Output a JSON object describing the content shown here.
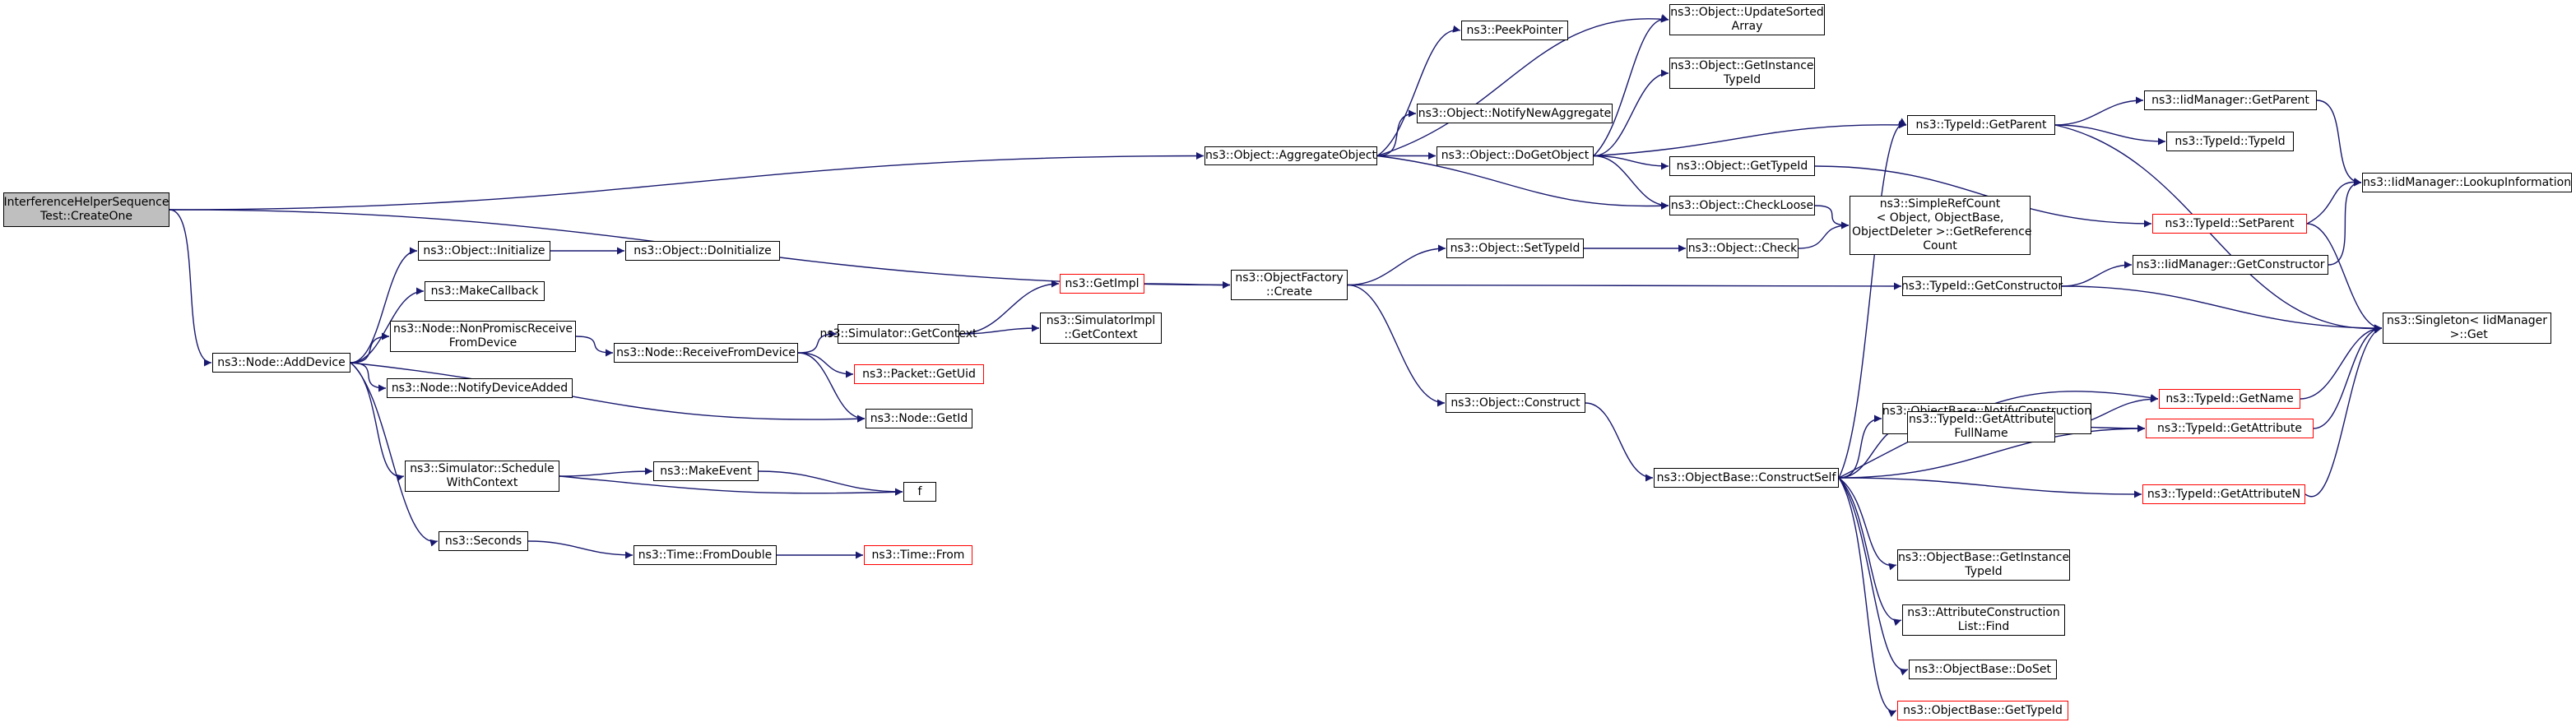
{
  "graph": {
    "edge_color": "#191970",
    "root_fill": "#bfbfbf",
    "normal_border": "#000000",
    "red_border": "#ff0000",
    "nodes": [
      {
        "id": "root",
        "label": "InterferenceHelperSequence\nTest::CreateOne",
        "style": "root"
      },
      {
        "id": "add_device",
        "label": "ns3::Node::AddDevice",
        "style": "normal"
      },
      {
        "id": "aggregate_object",
        "label": "ns3::Object::AggregateObject",
        "style": "normal"
      },
      {
        "id": "object_factory_create",
        "label": "ns3::ObjectFactory\n::Create",
        "style": "normal"
      },
      {
        "id": "peek_pointer",
        "label": "ns3::PeekPointer",
        "style": "normal"
      },
      {
        "id": "update_sorted_array",
        "label": "ns3::Object::UpdateSorted\nArray",
        "style": "normal"
      },
      {
        "id": "get_instance_typeid",
        "label": "ns3::Object::GetInstance\nTypeId",
        "style": "normal"
      },
      {
        "id": "notify_new_aggregate",
        "label": "ns3::Object::NotifyNewAggregate",
        "style": "normal"
      },
      {
        "id": "do_get_object",
        "label": "ns3::Object::DoGetObject",
        "style": "normal"
      },
      {
        "id": "typeid_get_parent",
        "label": "ns3::TypeId::GetParent",
        "style": "normal"
      },
      {
        "id": "iid_get_parent",
        "label": "ns3::IidManager::GetParent",
        "style": "normal"
      },
      {
        "id": "typeid_typeid",
        "label": "ns3::TypeId::TypeId",
        "style": "normal"
      },
      {
        "id": "iid_lookup",
        "label": "ns3::IidManager::LookupInformation",
        "style": "normal"
      },
      {
        "id": "object_get_typeid",
        "label": "ns3::Object::GetTypeId",
        "style": "normal"
      },
      {
        "id": "typeid_set_parent",
        "label": "ns3::TypeId::SetParent",
        "style": "red"
      },
      {
        "id": "check_loose",
        "label": "ns3::Object::CheckLoose",
        "style": "normal"
      },
      {
        "id": "simple_ref_count",
        "label": "ns3::SimpleRefCount\n< Object, ObjectBase,\n ObjectDeleter >::GetReference\nCount",
        "style": "normal"
      },
      {
        "id": "set_typeid",
        "label": "ns3::Object::SetTypeId",
        "style": "normal"
      },
      {
        "id": "object_check",
        "label": "ns3::Object::Check",
        "style": "normal"
      },
      {
        "id": "iid_get_constructor",
        "label": "ns3::IidManager::GetConstructor",
        "style": "normal"
      },
      {
        "id": "typeid_get_constructor",
        "label": "ns3::TypeId::GetConstructor",
        "style": "normal"
      },
      {
        "id": "singleton_get",
        "label": "ns3::Singleton< IidManager\n >::Get",
        "style": "normal"
      },
      {
        "id": "get_impl",
        "label": "ns3::GetImpl",
        "style": "red"
      },
      {
        "id": "object_initialize",
        "label": "ns3::Object::Initialize",
        "style": "normal"
      },
      {
        "id": "do_initialize",
        "label": "ns3::Object::DoInitialize",
        "style": "normal"
      },
      {
        "id": "make_callback",
        "label": "ns3::MakeCallback",
        "style": "normal"
      },
      {
        "id": "non_promisc",
        "label": "ns3::Node::NonPromiscReceive\nFromDevice",
        "style": "normal"
      },
      {
        "id": "receive_from_device",
        "label": "ns3::Node::ReceiveFromDevice",
        "style": "normal"
      },
      {
        "id": "sim_get_context",
        "label": "ns3::Simulator::GetContext",
        "style": "normal"
      },
      {
        "id": "simimpl_get_context",
        "label": "ns3::SimulatorImpl\n::GetContext",
        "style": "normal"
      },
      {
        "id": "packet_get_uid",
        "label": "ns3::Packet::GetUid",
        "style": "red"
      },
      {
        "id": "notify_device_added",
        "label": "ns3::Node::NotifyDeviceAdded",
        "style": "normal"
      },
      {
        "id": "node_get_id",
        "label": "ns3::Node::GetId",
        "style": "normal"
      },
      {
        "id": "schedule_with_context",
        "label": "ns3::Simulator::Schedule\nWithContext",
        "style": "normal"
      },
      {
        "id": "make_event",
        "label": "ns3::MakeEvent",
        "style": "normal"
      },
      {
        "id": "f",
        "label": "f",
        "style": "normal"
      },
      {
        "id": "seconds",
        "label": "ns3::Seconds",
        "style": "normal"
      },
      {
        "id": "from_double",
        "label": "ns3::Time::FromDouble",
        "style": "normal"
      },
      {
        "id": "time_from",
        "label": "ns3::Time::From",
        "style": "red"
      },
      {
        "id": "object_construct",
        "label": "ns3::Object::Construct",
        "style": "normal"
      },
      {
        "id": "construct_self",
        "label": "ns3::ObjectBase::ConstructSelf",
        "style": "normal"
      },
      {
        "id": "notify_construction",
        "label": "ns3::ObjectBase::NotifyConstruction\nCompleted",
        "style": "normal"
      },
      {
        "id": "typeid_get_name",
        "label": "ns3::TypeId::GetName",
        "style": "red"
      },
      {
        "id": "get_attribute_full_name",
        "label": "ns3::TypeId::GetAttribute\nFullName",
        "style": "normal"
      },
      {
        "id": "typeid_get_attribute",
        "label": "ns3::TypeId::GetAttribute",
        "style": "red"
      },
      {
        "id": "typeid_get_attribute_n",
        "label": "ns3::TypeId::GetAttributeN",
        "style": "red"
      },
      {
        "id": "objbase_get_instance_typeid",
        "label": "ns3::ObjectBase::GetInstance\nTypeId",
        "style": "normal"
      },
      {
        "id": "attr_construction_find",
        "label": "ns3::AttributeConstruction\nList::Find",
        "style": "normal"
      },
      {
        "id": "objbase_do_set",
        "label": "ns3::ObjectBase::DoSet",
        "style": "normal"
      },
      {
        "id": "objbase_get_typeid",
        "label": "ns3::ObjectBase::GetTypeId",
        "style": "red"
      }
    ],
    "edges": [
      [
        "root",
        "add_device"
      ],
      [
        "root",
        "aggregate_object"
      ],
      [
        "root",
        "object_factory_create"
      ],
      [
        "add_device",
        "object_initialize"
      ],
      [
        "add_device",
        "make_callback"
      ],
      [
        "add_device",
        "non_promisc"
      ],
      [
        "add_device",
        "notify_device_added"
      ],
      [
        "add_device",
        "node_get_id"
      ],
      [
        "add_device",
        "schedule_with_context"
      ],
      [
        "add_device",
        "seconds"
      ],
      [
        "object_initialize",
        "do_initialize"
      ],
      [
        "non_promisc",
        "receive_from_device"
      ],
      [
        "receive_from_device",
        "sim_get_context"
      ],
      [
        "receive_from_device",
        "packet_get_uid"
      ],
      [
        "receive_from_device",
        "node_get_id"
      ],
      [
        "sim_get_context",
        "get_impl"
      ],
      [
        "sim_get_context",
        "simimpl_get_context"
      ],
      [
        "get_impl",
        "object_factory_create"
      ],
      [
        "schedule_with_context",
        "make_event"
      ],
      [
        "schedule_with_context",
        "f"
      ],
      [
        "make_event",
        "f"
      ],
      [
        "seconds",
        "from_double"
      ],
      [
        "from_double",
        "time_from"
      ],
      [
        "aggregate_object",
        "peek_pointer"
      ],
      [
        "aggregate_object",
        "update_sorted_array"
      ],
      [
        "aggregate_object",
        "notify_new_aggregate"
      ],
      [
        "aggregate_object",
        "do_get_object"
      ],
      [
        "aggregate_object",
        "check_loose"
      ],
      [
        "do_get_object",
        "update_sorted_array"
      ],
      [
        "do_get_object",
        "get_instance_typeid"
      ],
      [
        "do_get_object",
        "typeid_get_parent"
      ],
      [
        "do_get_object",
        "object_get_typeid"
      ],
      [
        "do_get_object",
        "check_loose"
      ],
      [
        "typeid_get_parent",
        "iid_get_parent"
      ],
      [
        "typeid_get_parent",
        "typeid_typeid"
      ],
      [
        "typeid_get_parent",
        "singleton_get"
      ],
      [
        "iid_get_parent",
        "iid_lookup"
      ],
      [
        "object_get_typeid",
        "typeid_set_parent"
      ],
      [
        "typeid_set_parent",
        "iid_lookup"
      ],
      [
        "typeid_set_parent",
        "singleton_get"
      ],
      [
        "check_loose",
        "simple_ref_count"
      ],
      [
        "object_factory_create",
        "set_typeid"
      ],
      [
        "object_factory_create",
        "typeid_get_constructor"
      ],
      [
        "object_factory_create",
        "object_construct"
      ],
      [
        "set_typeid",
        "object_check"
      ],
      [
        "object_check",
        "simple_ref_count"
      ],
      [
        "typeid_get_constructor",
        "iid_get_constructor"
      ],
      [
        "typeid_get_constructor",
        "singleton_get"
      ],
      [
        "iid_get_constructor",
        "iid_lookup"
      ],
      [
        "object_construct",
        "construct_self"
      ],
      [
        "construct_self",
        "typeid_get_parent"
      ],
      [
        "construct_self",
        "notify_construction"
      ],
      [
        "construct_self",
        "typeid_get_name"
      ],
      [
        "construct_self",
        "get_attribute_full_name"
      ],
      [
        "construct_self",
        "typeid_get_attribute"
      ],
      [
        "construct_self",
        "typeid_get_attribute_n"
      ],
      [
        "construct_self",
        "objbase_get_instance_typeid"
      ],
      [
        "construct_self",
        "attr_construction_find"
      ],
      [
        "construct_self",
        "objbase_do_set"
      ],
      [
        "construct_self",
        "objbase_get_typeid"
      ],
      [
        "get_attribute_full_name",
        "typeid_get_name"
      ],
      [
        "get_attribute_full_name",
        "typeid_get_attribute"
      ],
      [
        "typeid_get_name",
        "singleton_get"
      ],
      [
        "typeid_get_attribute",
        "singleton_get"
      ],
      [
        "typeid_get_attribute_n",
        "singleton_get"
      ]
    ]
  }
}
